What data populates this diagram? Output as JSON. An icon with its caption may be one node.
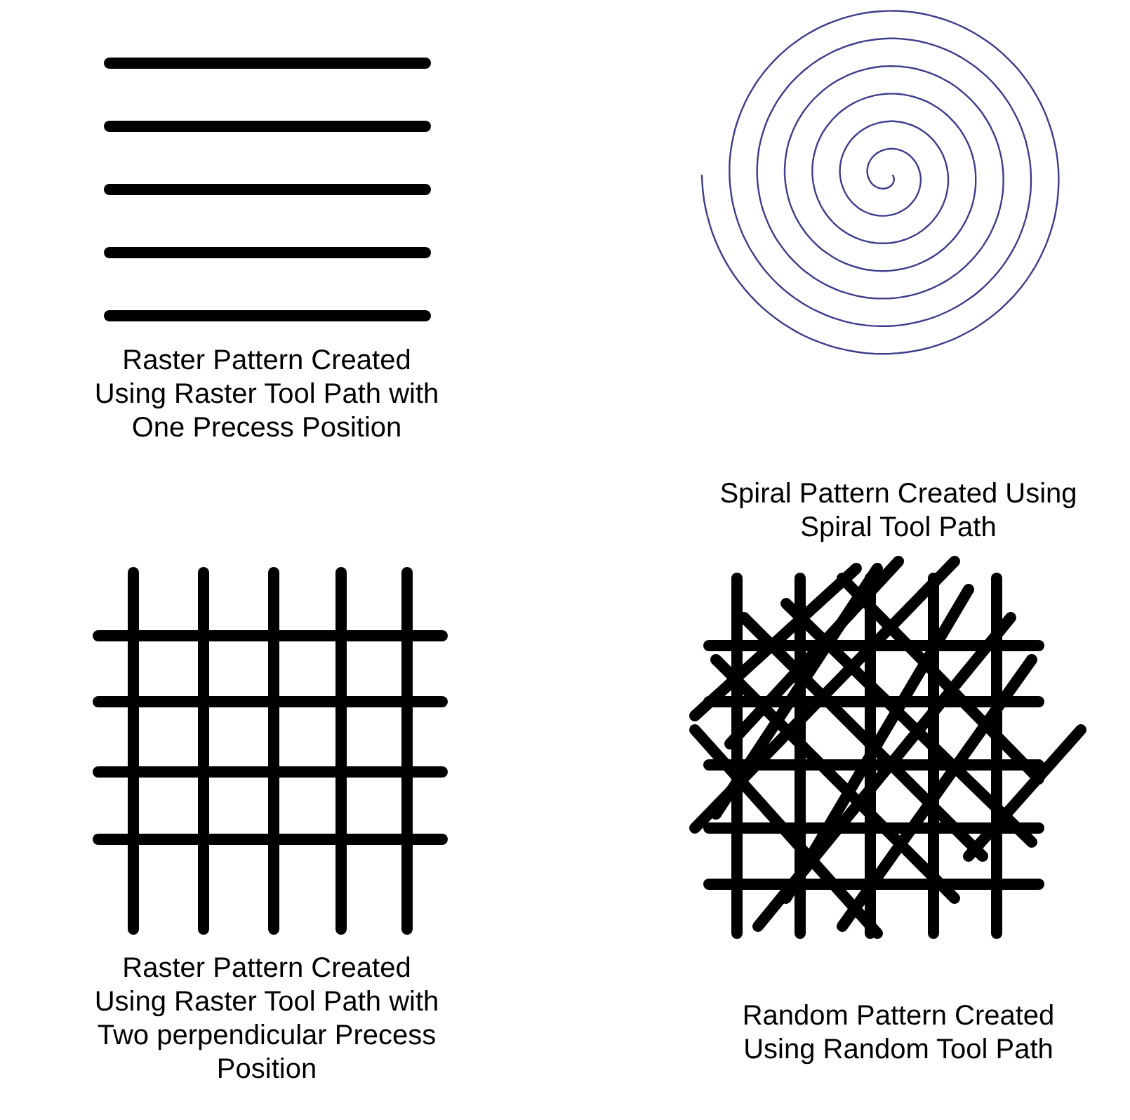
{
  "diagram": {
    "labels": [
      "Raster Pattern Created Using Raster Tool Path with One Precess Position",
      "Spiral Pattern Created Using Spiral Tool Path",
      "Raster Pattern Created Using Raster Tool Path with Two perpendicular Precess Position",
      "Random Pattern Created Using Random Tool Path"
    ]
  }
}
